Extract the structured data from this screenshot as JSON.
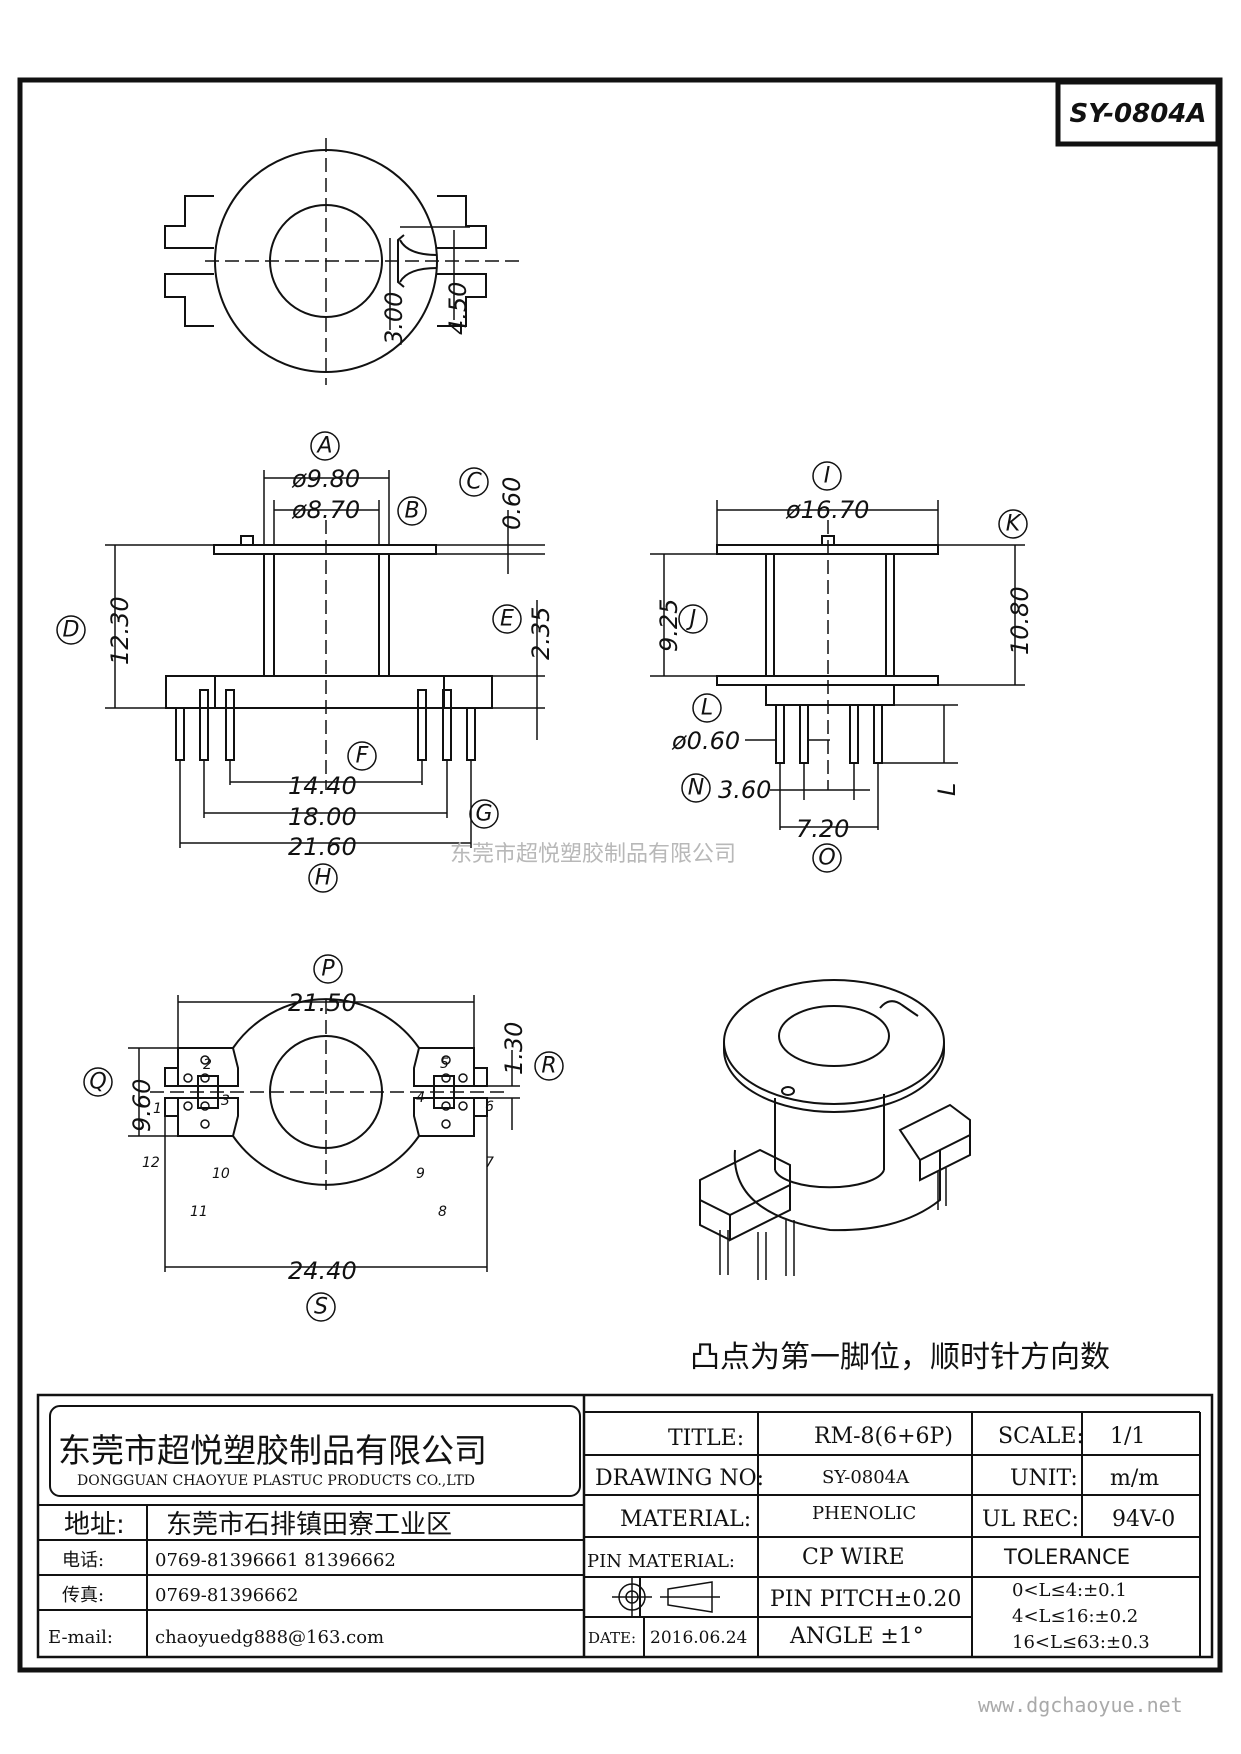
{
  "part_number": "SY-0804A",
  "dimensions": {
    "top_slot_a": "3.00",
    "top_slot_b": "4.50",
    "A": "ø9.80",
    "B": "ø8.70",
    "C": "0.60",
    "D": "12.30",
    "E": "2.35",
    "F": "14.40",
    "G": "18.00",
    "H": "21.60",
    "I": "ø16.70",
    "J": "9.25",
    "K": "10.80",
    "L": "ø0.60",
    "N": "3.60",
    "O": "7.20",
    "P": "21.50",
    "Q": "9.60",
    "R": "1.30",
    "S": "24.40",
    "pin_length": "L"
  },
  "callouts": [
    "A",
    "B",
    "C",
    "D",
    "E",
    "F",
    "G",
    "H",
    "I",
    "J",
    "K",
    "L",
    "N",
    "O",
    "P",
    "Q",
    "R",
    "S"
  ],
  "pin_numbers": [
    "1",
    "2",
    "3",
    "4",
    "5",
    "6",
    "7",
    "8",
    "9",
    "10",
    "11",
    "12"
  ],
  "watermark": "东莞市超悦塑胶制品有限公司",
  "note": "凸点为第一脚位，顺时针方向数",
  "company": {
    "name_cn": "东莞市超悦塑胶制品有限公司",
    "name_en": "DONGGUAN CHAOYUE PLASTUC PRODUCTS CO.,LTD",
    "address_label": "地址:",
    "address": "东莞市石排镇田寮工业区",
    "tel_label": "电话:",
    "tel": "0769-81396661   81396662",
    "fax_label": "传真:",
    "fax": "0769-81396662",
    "email_label": "E-mail:",
    "email": "chaoyuedg888@163.com"
  },
  "title_block": {
    "title_label": "TITLE:",
    "title": "RM-8(6+6P)",
    "drawing_no_label": "DRAWING NO:",
    "drawing_no": "SY-0804A",
    "material_label": "MATERIAL:",
    "material": "PHENOLIC",
    "pin_material_label": "PIN MATERIAL:",
    "pin_material": "CP  WIRE",
    "pin_pitch": "PIN PITCH±0.20",
    "date_label": "DATE:",
    "date": "2016.06.24",
    "angle": "ANGLE  ±1°",
    "scale_label": "SCALE:",
    "scale": "1/1",
    "unit_label": "UNIT:",
    "unit": "m/m",
    "ul_label": "UL REC:",
    "ul": "94V-0",
    "tolerance_label": "TOLERANCE",
    "tolerances": [
      "0<L≤4:±0.1",
      "4<L≤16:±0.2",
      "16<L≤63:±0.3"
    ]
  },
  "website": "www.dgchaoyue.net"
}
